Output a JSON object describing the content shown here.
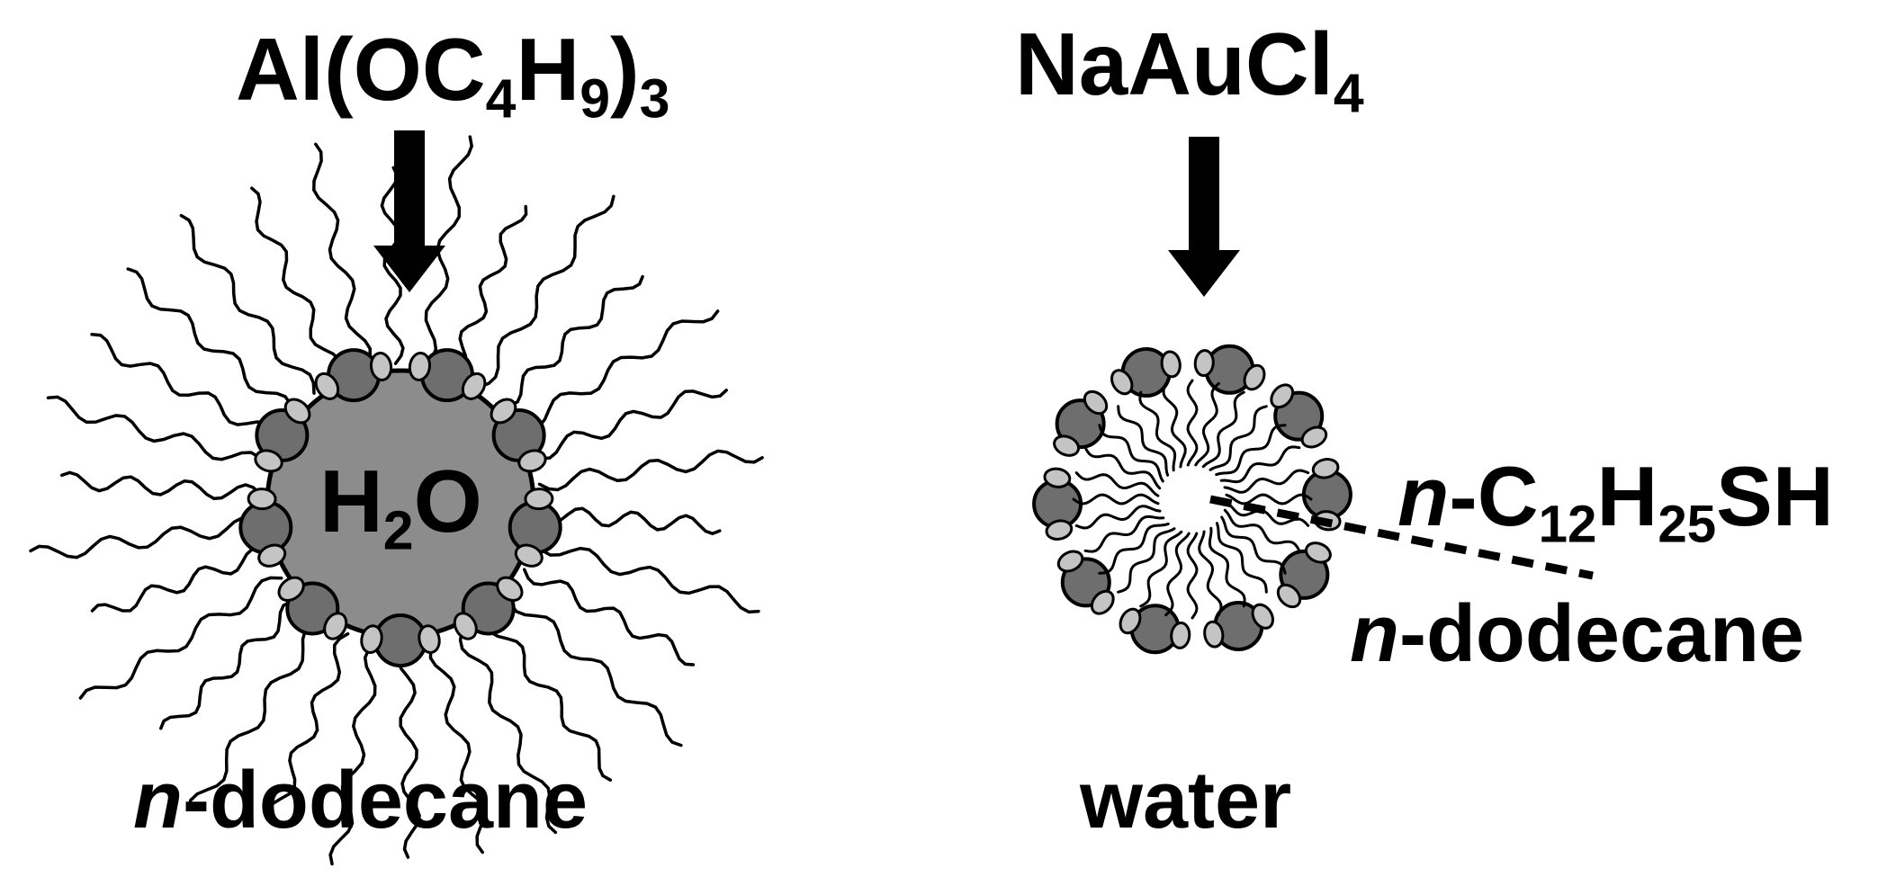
{
  "reagent_left": {
    "a": "Al(OC",
    "s1": "4",
    "b": "H",
    "s2": "9",
    "c": ")",
    "s3": "3"
  },
  "core_left": {
    "a": "H",
    "s1": "2",
    "b": "O"
  },
  "solvent_left": {
    "prefix": "n",
    "rest": "-dodecane"
  },
  "reagent_right": {
    "a": "NaAuCl",
    "s1": "4"
  },
  "thiol_label": {
    "prefix": "n",
    "a": "-C",
    "s1": "12",
    "b": "H",
    "s2": "25",
    "c": "SH"
  },
  "solvent_right_inner": {
    "prefix": "n",
    "rest": "-dodecane"
  },
  "solvent_right_outer": "water",
  "colors": {
    "ink": "#000000",
    "core": "#8c8c8c",
    "headgroup": "#6e6e6e",
    "counterion": "#c4c4c4"
  }
}
